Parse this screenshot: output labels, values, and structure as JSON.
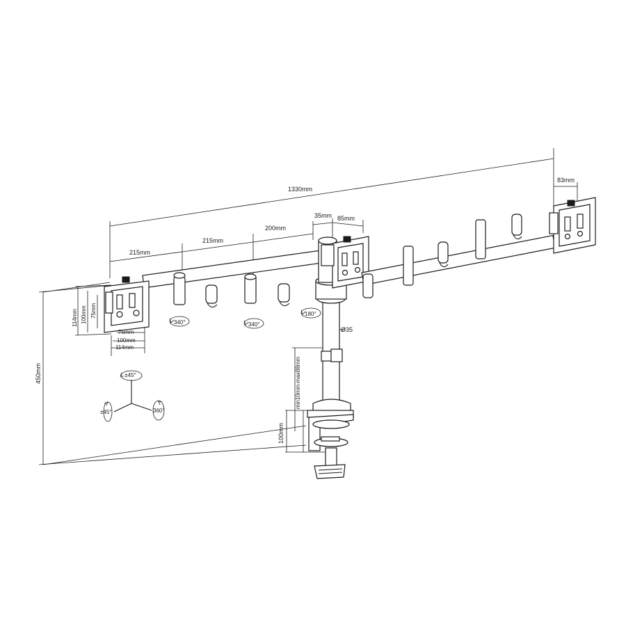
{
  "dimensions": {
    "total_width": "1330mm",
    "arm_segment_1": "215mm",
    "arm_segment_2": "215mm",
    "arm_segment_3": "200mm",
    "pole_offset": "35mm",
    "center_plate_offset": "85mm",
    "right_plate_offset": "83mm",
    "pole_diameter": "Ø35",
    "height": "450mm",
    "clamp_range": "min10mm-max88mm",
    "clamp_depth": "100mm",
    "vesa_114_v": "114mm",
    "vesa_100_v": "100mm",
    "vesa_75_v": "75mm",
    "vesa_75_h": "75mm",
    "vesa_100_h": "100mm",
    "vesa_114_h": "114mm"
  },
  "rotations": {
    "left_joint": "340°",
    "middle_joint": "340°",
    "center_joint": "180°",
    "tilt": "±45°",
    "swivel": "±45°",
    "rotate": "360°"
  }
}
